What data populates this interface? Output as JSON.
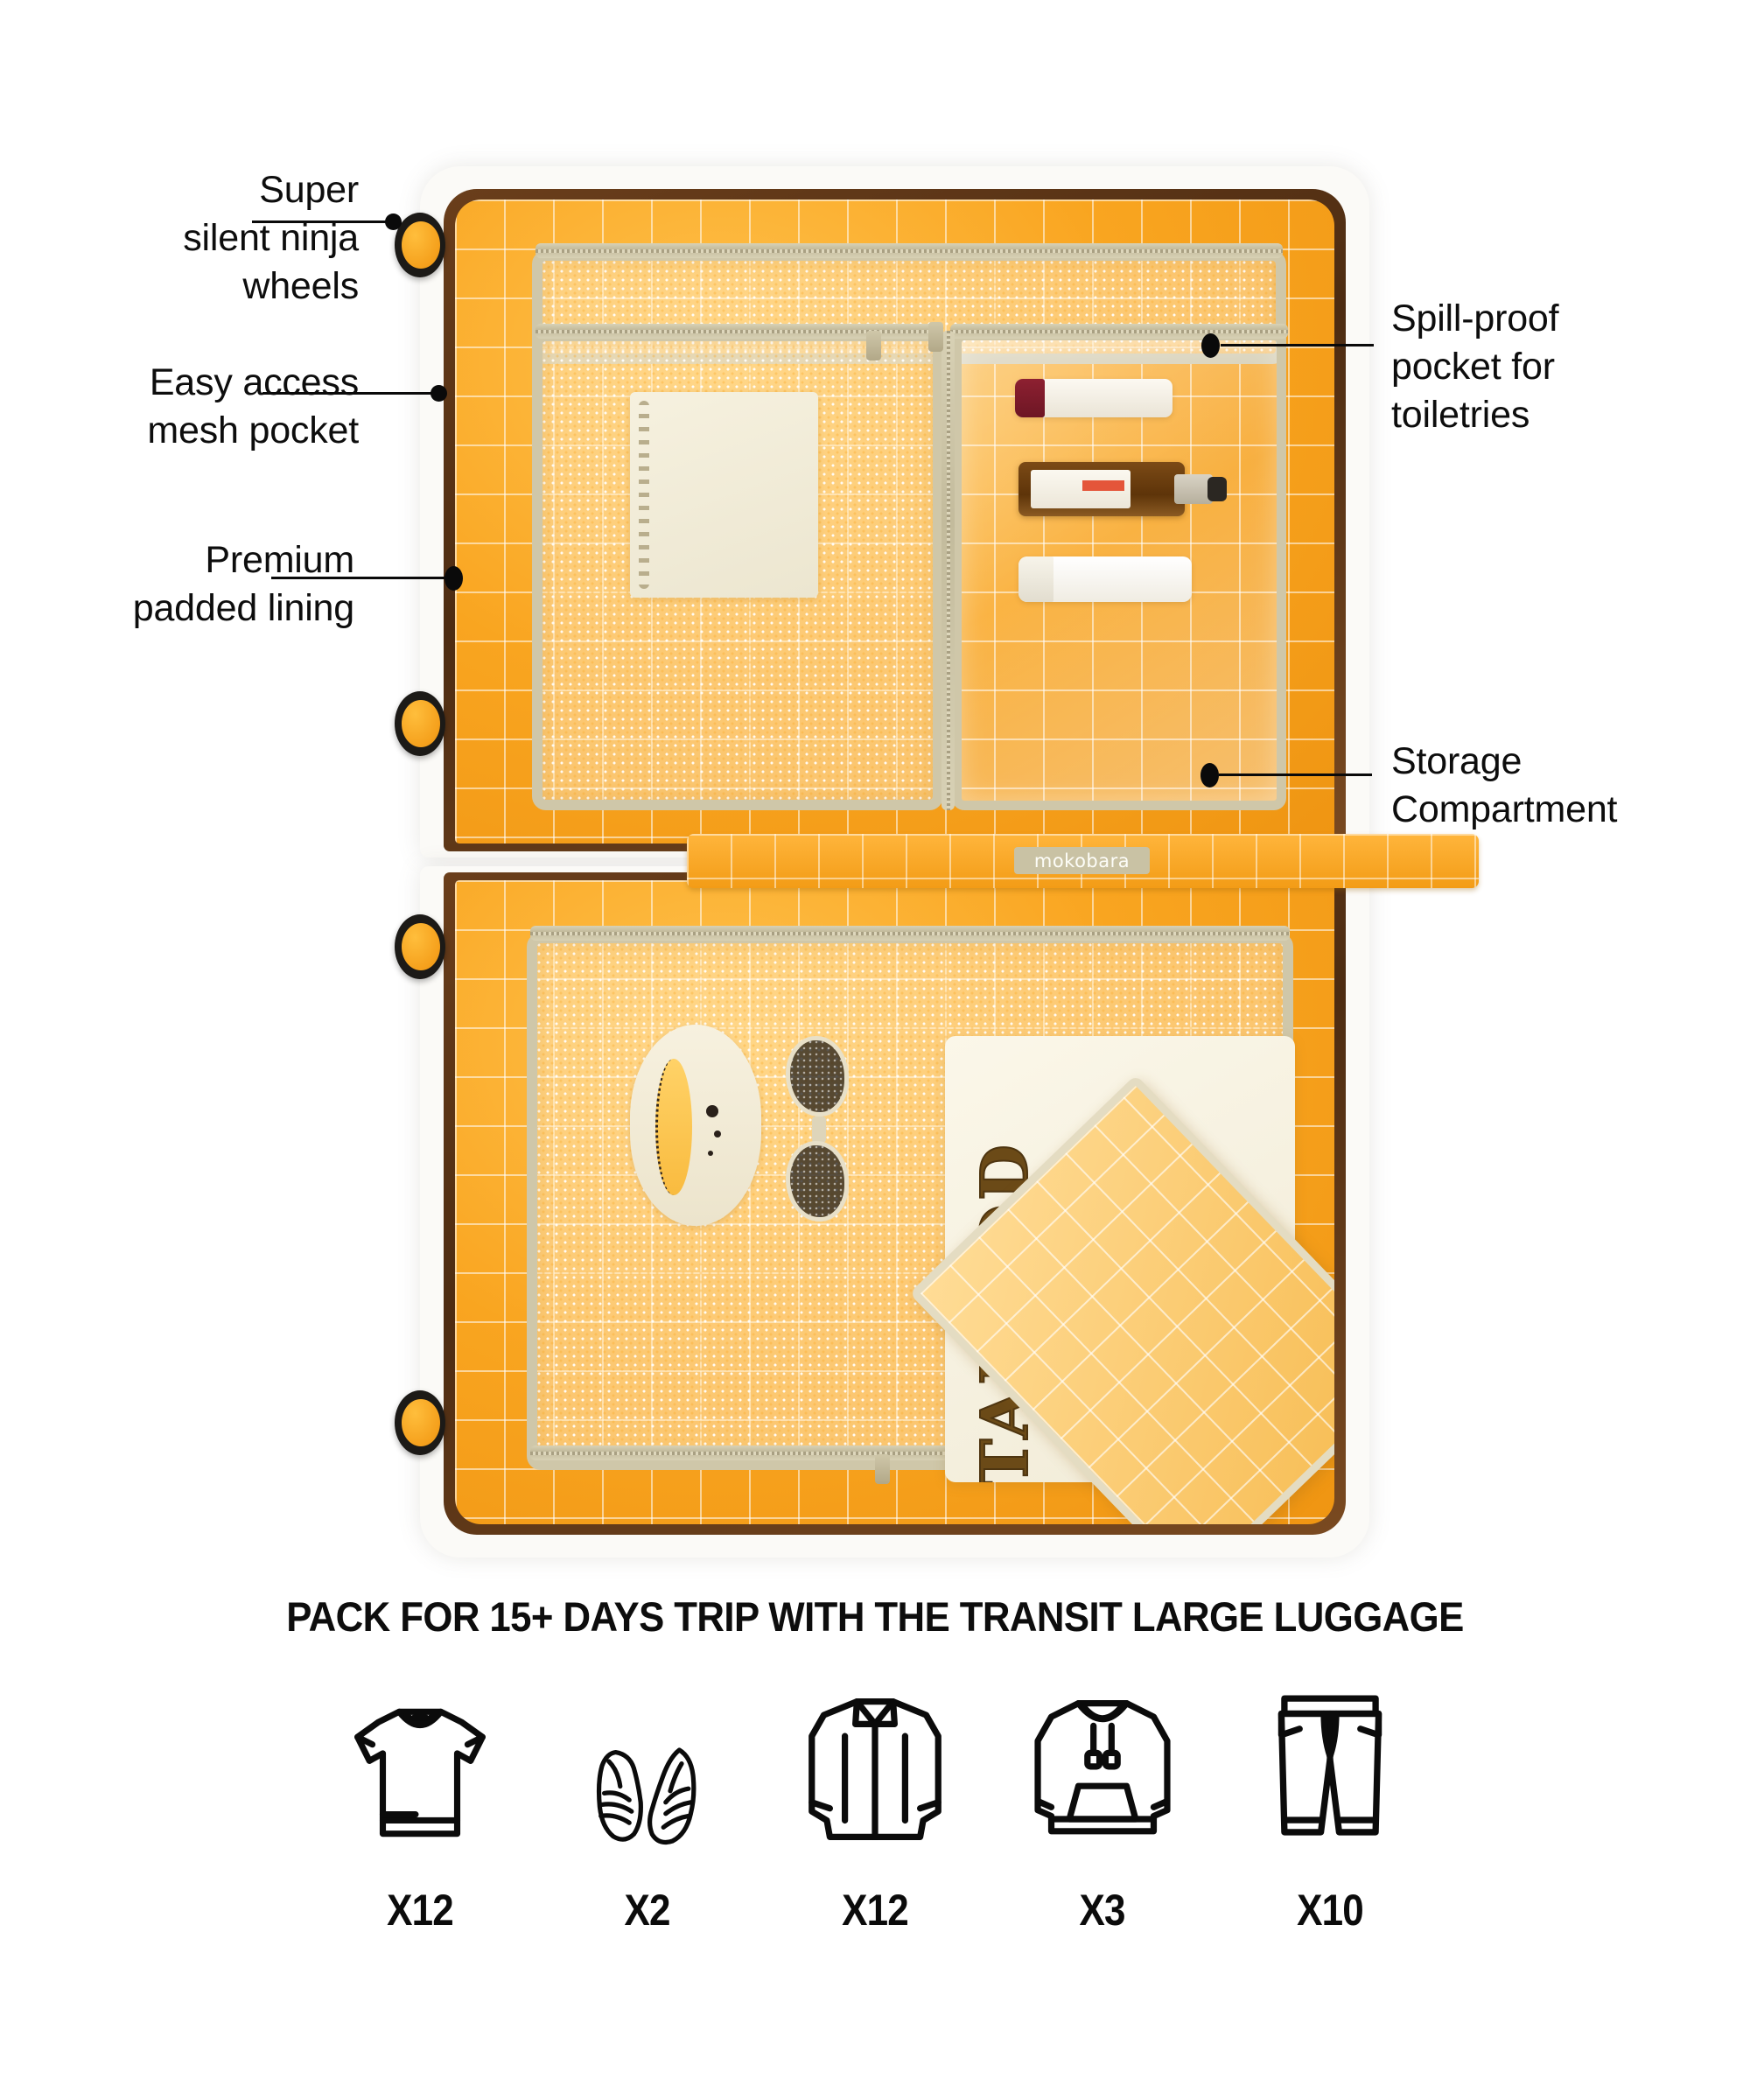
{
  "product": {
    "brand": "mokobara",
    "garment_text": "TAHOOD"
  },
  "annotations": [
    {
      "id": "wheels",
      "label": "Super\nsilent ninja\nwheels",
      "side": "left"
    },
    {
      "id": "mesh",
      "label": "Easy access\nmesh pocket",
      "side": "left"
    },
    {
      "id": "lining",
      "label": "Premium\npadded lining",
      "side": "left"
    },
    {
      "id": "spill",
      "label": "Spill-proof\npocket for\ntoiletries",
      "side": "right"
    },
    {
      "id": "storage",
      "label": "Storage\nCompartment",
      "side": "right"
    }
  ],
  "packing": {
    "headline": "PACK FOR 15+ DAYS TRIP WITH THE TRANSIT LARGE LUGGAGE",
    "items": [
      {
        "icon": "tshirt-icon",
        "name": "T-shirts",
        "qty": "X12"
      },
      {
        "icon": "sneakers-icon",
        "name": "Sneakers",
        "qty": "X2"
      },
      {
        "icon": "shirt-icon",
        "name": "Shirts",
        "qty": "X12"
      },
      {
        "icon": "hoodie-icon",
        "name": "Hoodies",
        "qty": "X3"
      },
      {
        "icon": "pants-icon",
        "name": "Pants",
        "qty": "X10"
      }
    ]
  },
  "colors": {
    "lining_amber": "#F9A520",
    "shell_white": "#FBFAF7",
    "rim_brown": "#5A3517",
    "mesh_beige": "#CFC7A9",
    "ink": "#0D0D0D"
  }
}
